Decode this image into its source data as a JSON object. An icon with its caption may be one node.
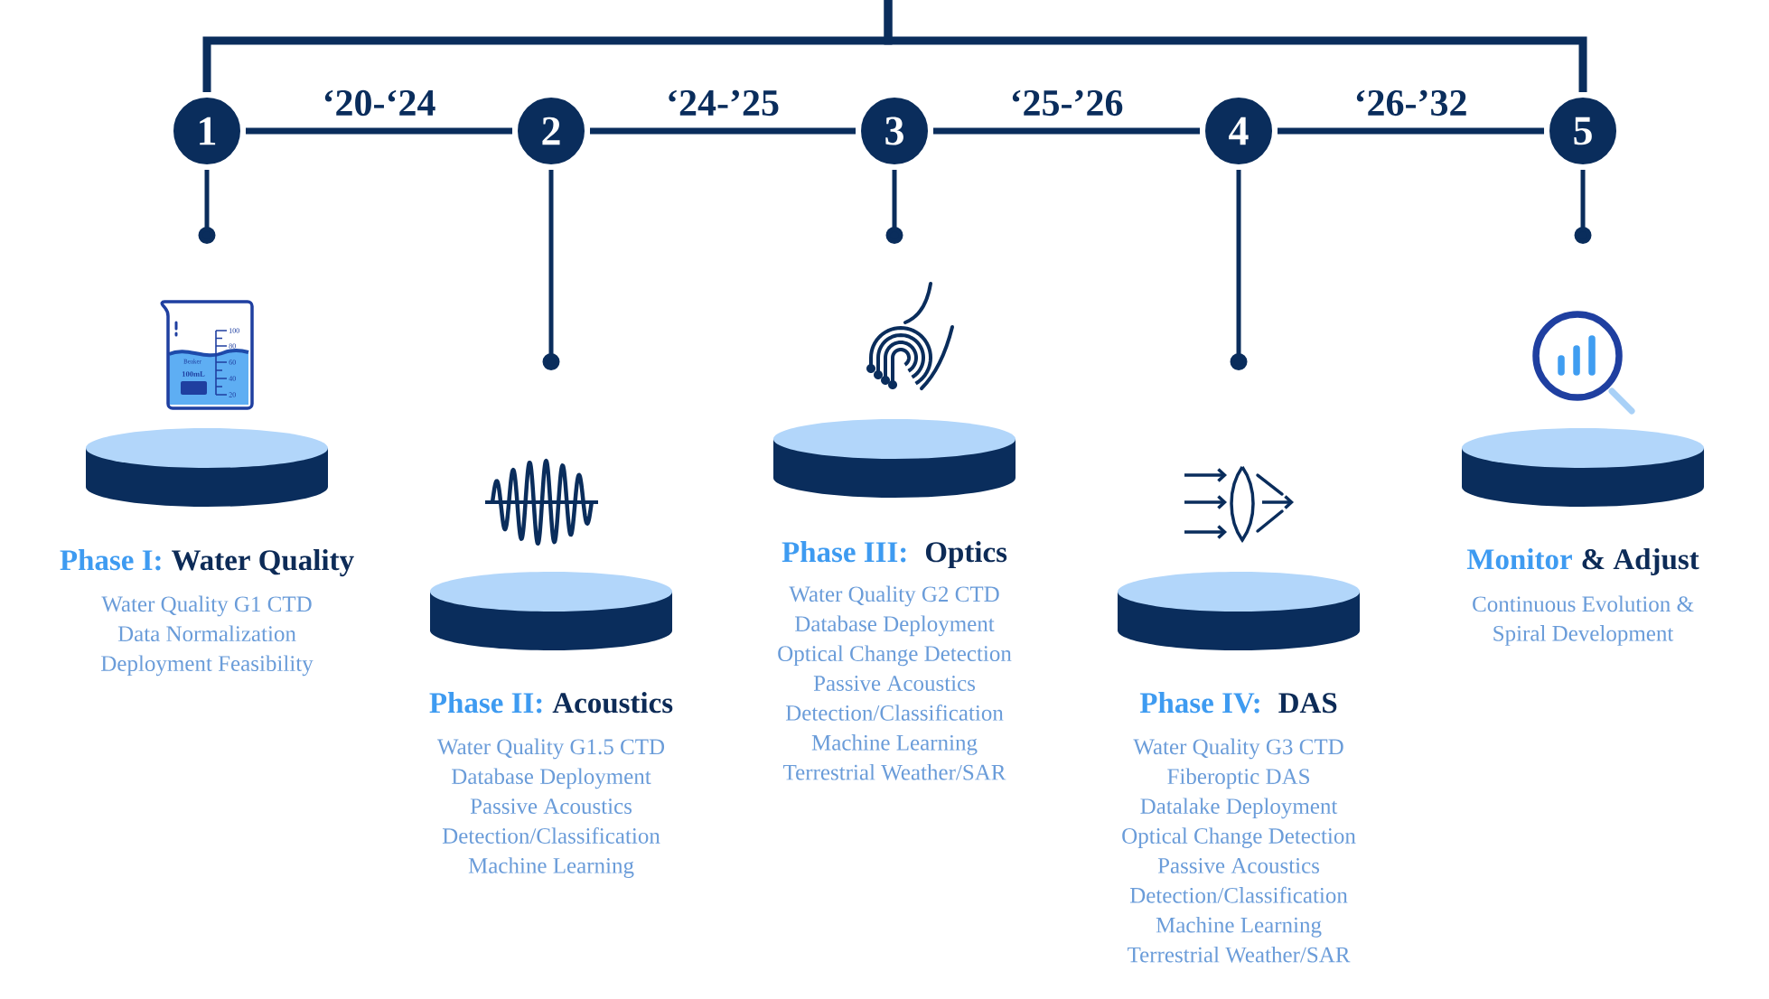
{
  "diagram": {
    "nodes": [
      {
        "text": [
          "1"
        ]
      },
      {
        "text": [
          "2"
        ]
      },
      {
        "text": [
          "3"
        ]
      },
      {
        "text": [
          "4"
        ]
      },
      {
        "text": [
          "5"
        ]
      },
      {
        "text": [
          "Phase I:",
          "Water Quality",
          "Water Quality G1 CTD",
          "Data Normalization",
          "Deployment Feasibility"
        ]
      },
      {
        "text": [
          "Phase II:",
          "Acoustics",
          "Water Quality G1.5 CTD",
          "Database Deployment",
          "Passive Acoustics",
          "Detection/Classification",
          "Machine Learning"
        ]
      },
      {
        "text": [
          "Phase III:",
          "Optics",
          "Water Quality G2 CTD",
          "Database Deployment",
          "Optical Change Detection",
          "Passive Acoustics",
          "Detection/Classification",
          "Machine Learning",
          "Terrestrial Weather/SAR"
        ]
      },
      {
        "text": [
          "Phase IV:",
          "DAS",
          "Water Quality G3 CTD",
          "Fiberoptic DAS",
          "Datalake Deployment",
          "Optical Change Detection",
          "Passive Acoustics",
          "Detection/Classification",
          "Machine Learning",
          "Terrestrial Weather/SAR"
        ]
      },
      {
        "text": [
          "Monitor",
          "& Adjust",
          "Continuous Evolution & Spiral Development"
        ]
      }
    ],
    "edges": [
      {
        "from": null,
        "to": 0,
        "arrow": "none"
      },
      {
        "from": null,
        "to": 4,
        "arrow": "none"
      },
      {
        "from": 0,
        "to": 1,
        "arrow": "none",
        "label": "‘20-‘24"
      },
      {
        "from": 1,
        "to": 2,
        "arrow": "none",
        "label": "‘24-’25"
      },
      {
        "from": 2,
        "to": 3,
        "arrow": "none",
        "label": "‘25-’26"
      },
      {
        "from": 3,
        "to": 4,
        "arrow": "none",
        "label": "‘26-’32"
      },
      {
        "from": 0,
        "to": null,
        "arrow": "other"
      },
      {
        "from": 1,
        "to": null,
        "arrow": "other"
      },
      {
        "from": 2,
        "to": null,
        "arrow": "other"
      },
      {
        "from": 3,
        "to": null,
        "arrow": "other"
      },
      {
        "from": 4,
        "to": null,
        "arrow": "other"
      }
    ],
    "labels": [
      "Beaker",
      "100mL",
      "100",
      "80",
      "60",
      "40",
      "20"
    ]
  }
}
